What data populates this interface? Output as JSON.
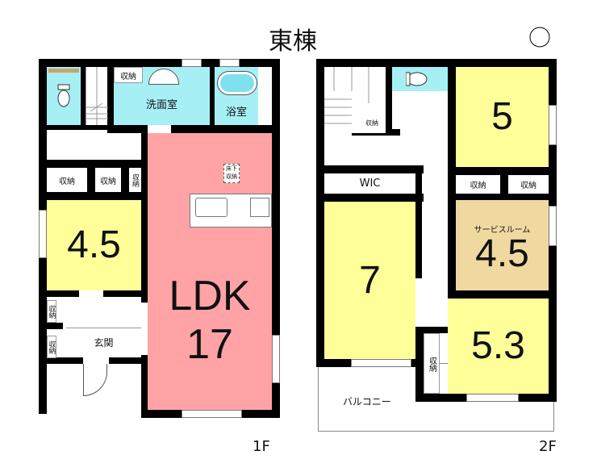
{
  "title": "東棟",
  "compass": {
    "icon": "north-arrow-icon"
  },
  "floor1": {
    "label": "1F",
    "rooms": {
      "ldk_name": "LDK",
      "ldk_size": "17",
      "washroom": "洗面室",
      "bathroom": "浴室",
      "bedroom_size": "4.5",
      "entrance": "玄関",
      "underfloor_storage": "床下収納",
      "storage": "収納"
    }
  },
  "floor2": {
    "label": "2F",
    "rooms": {
      "room_5": "5",
      "room_7": "7",
      "service_room_name": "サービスルーム",
      "service_room_size": "4.5",
      "room_53": "5.3",
      "wic": "WIC",
      "balcony": "バルコニー",
      "storage": "収納"
    }
  },
  "colors": {
    "ldk": "#ffa3a6",
    "bedroom": "#ffff99",
    "wet": "#a6f0f5",
    "service": "#f0d9a0"
  }
}
